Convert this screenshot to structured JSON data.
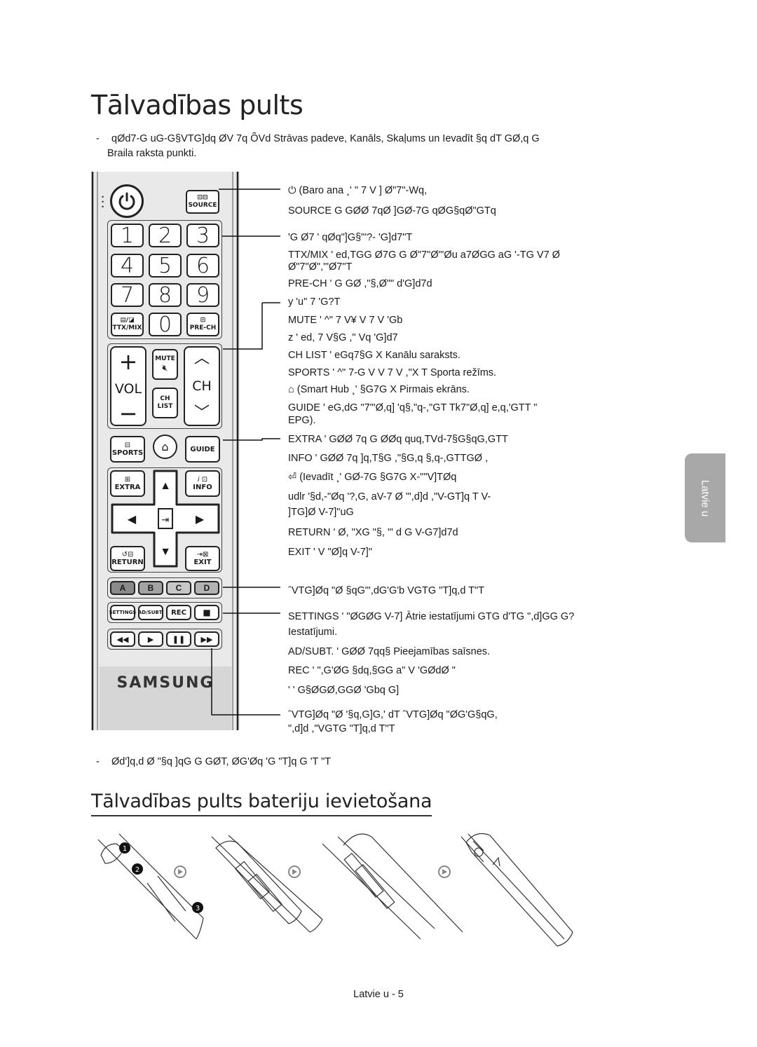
{
  "page": {
    "title": "Tālvadības pults",
    "intro_dash": "-",
    "intro_garbled": "qØd7-G uG-G§VTG]dq ØV 7q ÕVd",
    "intro_highlight": "Strāvas padeve, Kanāls, Skaļums un Ievadīt",
    "intro_tail": "§q dT GØ,q G",
    "intro_line2": "Braila raksta punkti.",
    "bottom_note_dash": "-",
    "bottom_note": "Ød']q,d Ø \"§q ]qG G GØT, ØG'Øq 'G \"T]q G 'T \"T",
    "subtitle": "Tālvadības pults bateriju ievietošana",
    "side_tab": "Latvie u",
    "footer": "Latvie u - 5",
    "brand": "SAMSUNG"
  },
  "remote": {
    "source": "SOURCE",
    "digits": [
      "1",
      "2",
      "3",
      "4",
      "5",
      "6",
      "7",
      "8",
      "9",
      "0"
    ],
    "ttx": "TTX/MIX",
    "prech": "PRE-CH",
    "vol": "VOL",
    "ch": "CH",
    "mute": "MUTE",
    "chlist_1": "CH",
    "chlist_2": "LIST",
    "sports": "SPORTS",
    "guide": "GUIDE",
    "extra": "EXTRA",
    "info": "INFO",
    "return": "RETURN",
    "exit": "EXIT",
    "colors": [
      "A",
      "B",
      "C",
      "D"
    ],
    "settings": "SETTINGS",
    "adsubt": "AD/SUBT.",
    "rec": "REC"
  },
  "descriptions": [
    {
      "key": "(Baro ana",
      "text": "¸' \" 7 V ] Ø\"7\"-Wq,"
    },
    {
      "key": "SOURCE",
      "text": "G GØØ 7qØ ]GØ-7G qØG§qØ\"GTq"
    },
    {
      "key": "",
      "text": "'G Ø7 ' qØq\"]G§\"'?- 'G]d7\"T"
    },
    {
      "key": "TTX/MIX",
      "text": "' ed,TGG Ø7G G Ø\"7\"Ø\"'Øu a7ØGG aG '-TG V7 Ø"
    },
    {
      "key": "",
      "text": "Ø\"7\"Ø\",'\"Ø7\"T"
    },
    {
      "key": "PRE-CH",
      "text": "' G GØ ,\"§,Ø\"\" d'G]d7d"
    },
    {
      "key": "y",
      "text": "'u\" 7 'G?T"
    },
    {
      "key": "MUTE",
      "text": "' ^\" 7 V¥ V 7 V 'Gb"
    },
    {
      "key": "z",
      "text": "' ed, 7 V§G ,\" Vq 'G]d7"
    },
    {
      "key": "CH LIST",
      "text": "' eGq7§G X",
      "tail": "Kanālu saraksts."
    },
    {
      "key": "SPORTS",
      "text": "' ^\" 7-G V V 7 V ,\"X T",
      "tail": "Sporta režīms."
    },
    {
      "key": "(Smart Hub",
      "text": "¸' §G7G X",
      "tail": "Pirmais ekrāns."
    },
    {
      "key": "GUIDE",
      "text": "' eG,dG \"7\"'Ø,q] 'q§,\"q-,\"GT Tk7\"Ø,q] e,q,'GTT \""
    },
    {
      "key": "",
      "text": "EPG)."
    },
    {
      "key": "EXTRA",
      "text": "' GØØ 7q G ØØq quq,TVd-7§G§qG,GTT"
    },
    {
      "key": "INFO",
      "text": "' GØØ 7q ]q,T§G ,\"§G,q §,q-,GTTGØ ,"
    },
    {
      "key": "(Ievadīt",
      "text": "¸' GØ-7G §G7G X-\"\"V]TØq"
    },
    {
      "key": "",
      "text": "udlr '§d,-\"Øq '?,G, aV-7 Ø \"',d]d ,\"V-GT]q T V-"
    },
    {
      "key": "",
      "text": "]TG]Ø V-7]\"uG"
    },
    {
      "key": "RETURN",
      "text": "' Ø, \"XG \"§, \"' d G V-G7]d7d"
    },
    {
      "key": "EXIT",
      "text": "' V \"Ø]q V-7]\""
    },
    {
      "key": "",
      "text": "ˆVTG]Øq \"Ø §qG\"',dG'G'b VGTG \"T]q,d T\"T"
    },
    {
      "key": "SETTINGS",
      "text": "' \"ØGØG V-7]",
      "tail": "Ātrie iestatījumi",
      "tail2": "GTG d'TG \",d]GG G?"
    },
    {
      "key": "",
      "text": "Iestatījumi."
    },
    {
      "key": "AD/SUBT.",
      "text": "' GØØ 7qq§",
      "tail": "Pieejamības saīsnes."
    },
    {
      "key": "REC",
      "text": "' \",G'ØG §dq,§GG a\" V 'GØdØ \""
    },
    {
      "key": "",
      "text": "' ' G§ØGØ,GGØ 'Gbq G]"
    },
    {
      "key": "",
      "text": "ˆVTG]Øq \"Ø '§q,G]G,' dT ˆVTG]Øq \"ØG'G§qG,"
    },
    {
      "key": "",
      "text": "\",d]d ,\"VGTG \"T]q,d T\"T"
    }
  ]
}
